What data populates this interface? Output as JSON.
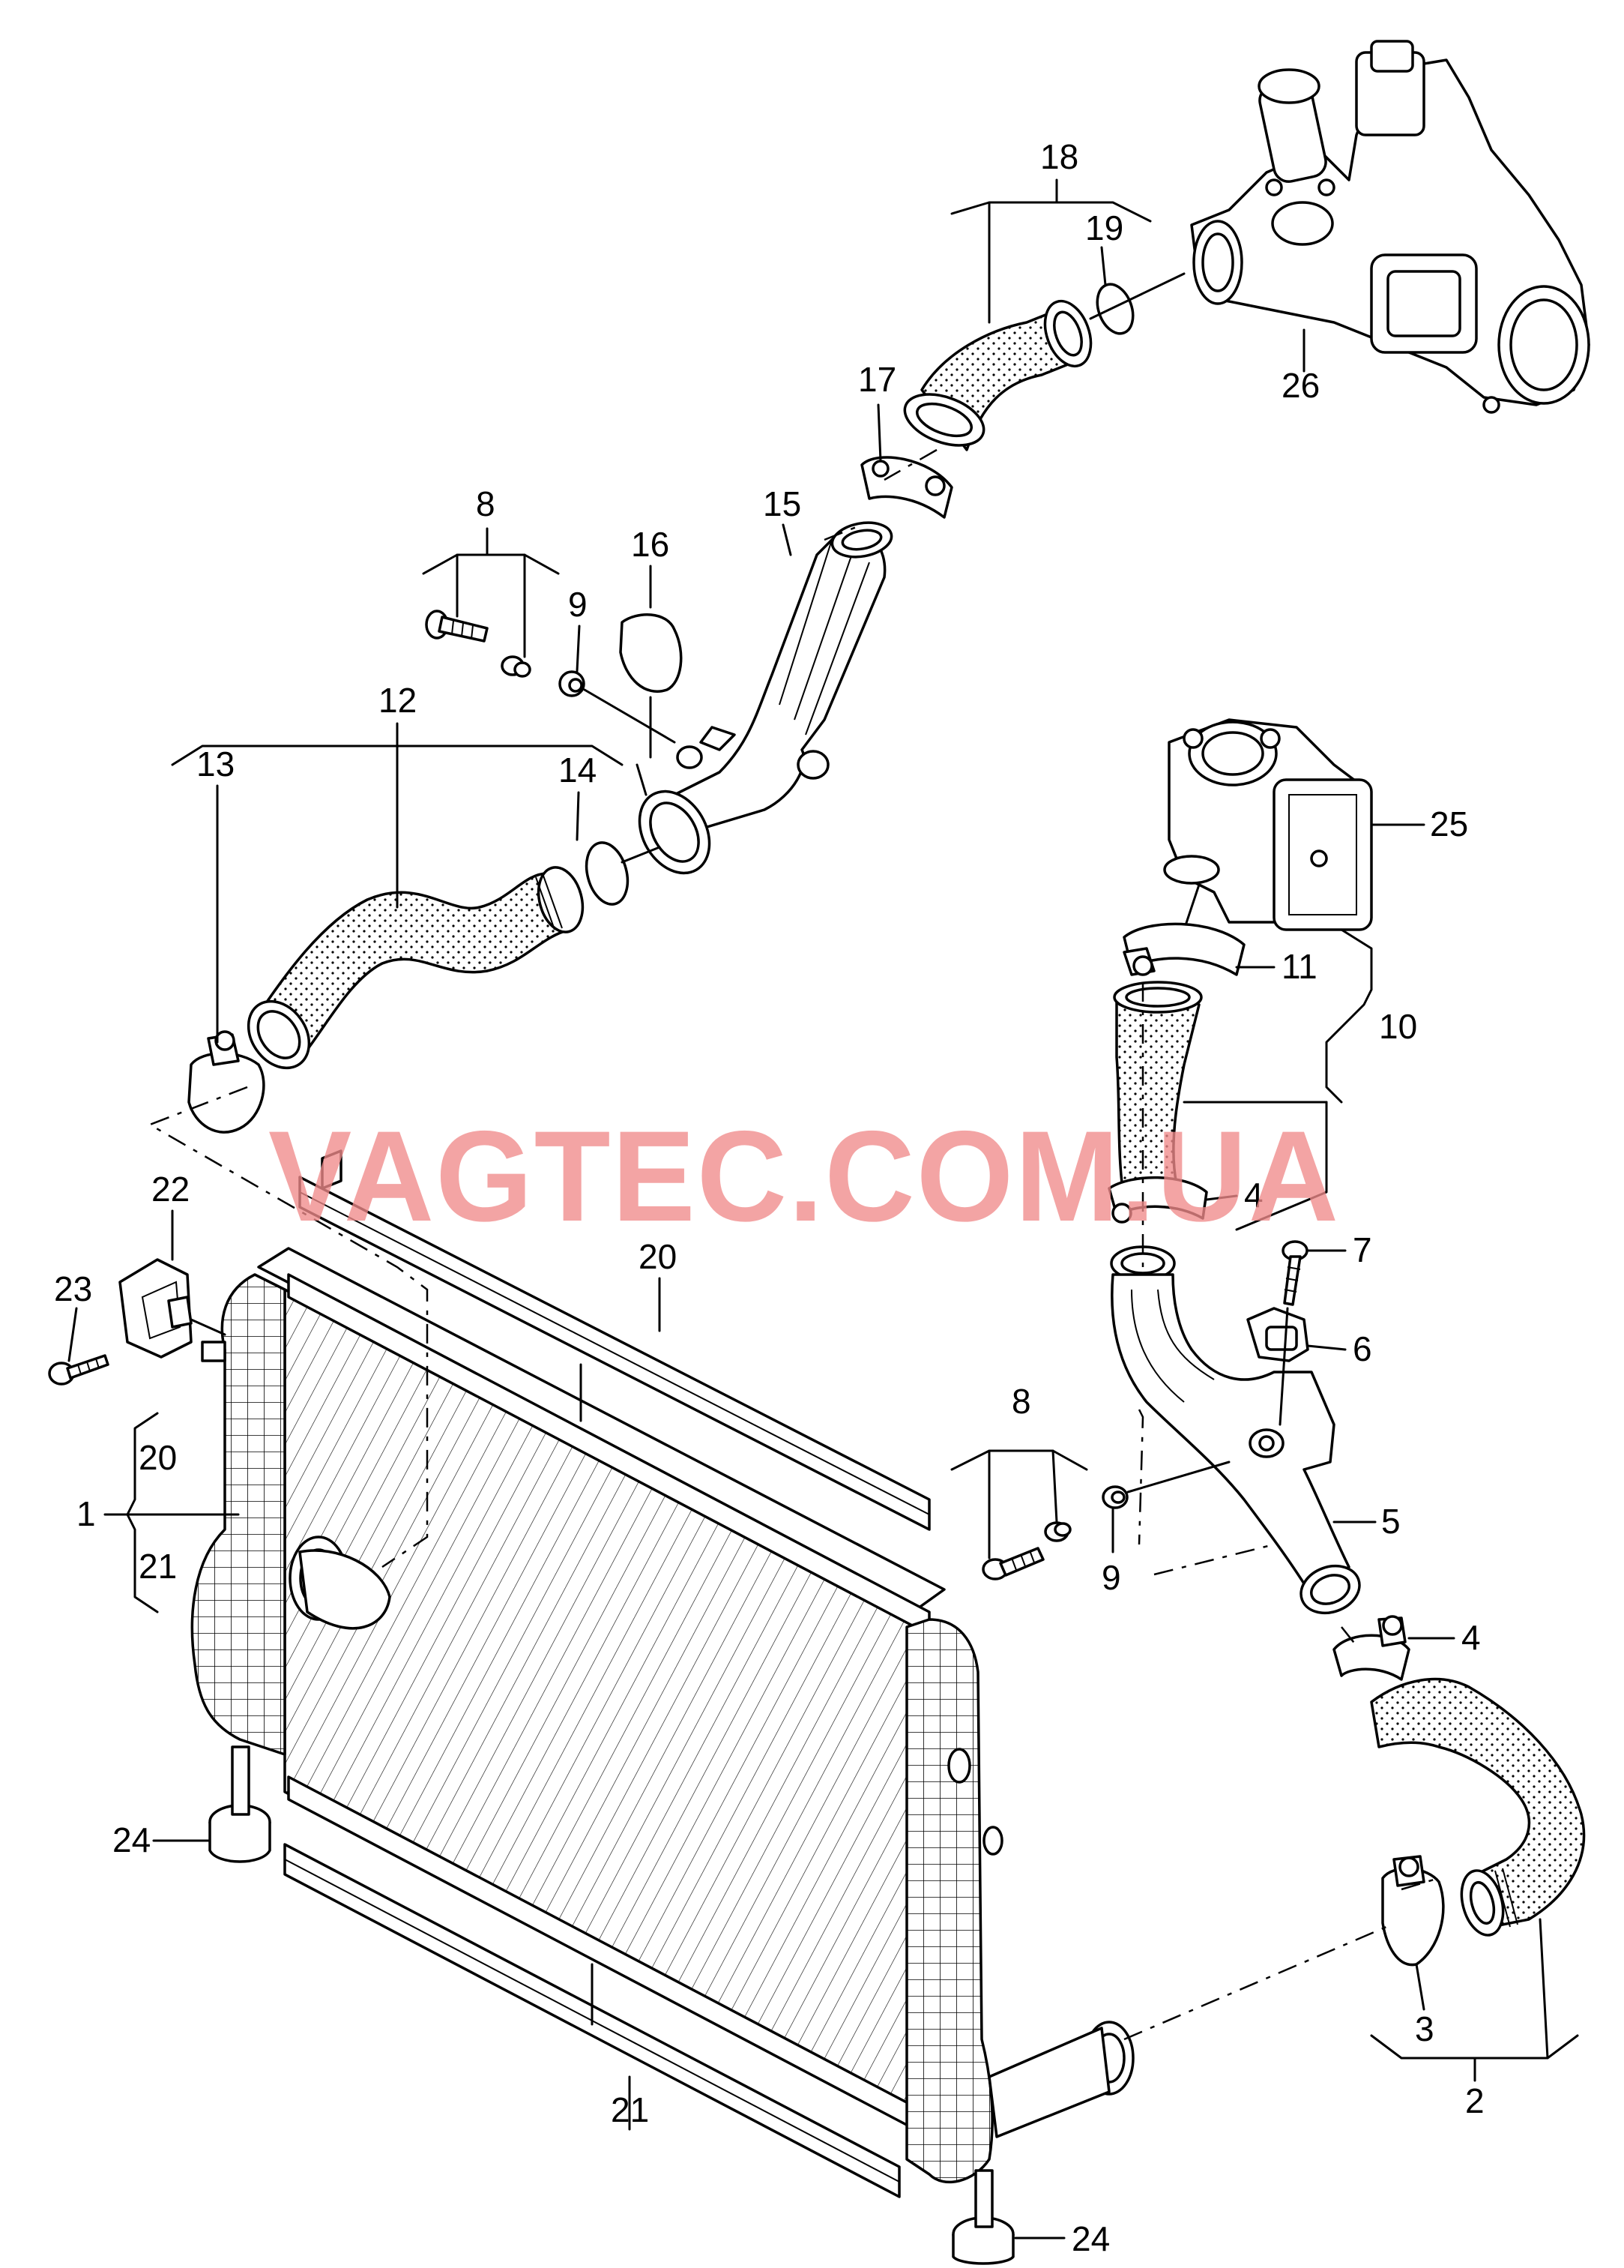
{
  "watermark": "VAGTEC.COM.UA",
  "callouts": [
    {
      "id": "c18",
      "text": "18"
    },
    {
      "id": "c19",
      "text": "19"
    },
    {
      "id": "c26",
      "text": "26"
    },
    {
      "id": "c17",
      "text": "17"
    },
    {
      "id": "c15",
      "text": "15"
    },
    {
      "id": "c16",
      "text": "16"
    },
    {
      "id": "c8a",
      "text": "8"
    },
    {
      "id": "c9a",
      "text": "9"
    },
    {
      "id": "c12",
      "text": "12"
    },
    {
      "id": "c13",
      "text": "13"
    },
    {
      "id": "c14",
      "text": "14"
    },
    {
      "id": "c25",
      "text": "25"
    },
    {
      "id": "c11",
      "text": "11"
    },
    {
      "id": "c10",
      "text": "10"
    },
    {
      "id": "c4a",
      "text": "4"
    },
    {
      "id": "c7",
      "text": "7"
    },
    {
      "id": "c6",
      "text": "6"
    },
    {
      "id": "c22",
      "text": "22"
    },
    {
      "id": "c23",
      "text": "23"
    },
    {
      "id": "c20a",
      "text": "20"
    },
    {
      "id": "c20b",
      "text": "20"
    },
    {
      "id": "c1",
      "text": "1"
    },
    {
      "id": "c21a",
      "text": "21"
    },
    {
      "id": "c8b",
      "text": "8"
    },
    {
      "id": "c9b",
      "text": "9"
    },
    {
      "id": "c5",
      "text": "5"
    },
    {
      "id": "c4b",
      "text": "4"
    },
    {
      "id": "c24a",
      "text": "24"
    },
    {
      "id": "c3",
      "text": "3"
    },
    {
      "id": "c2",
      "text": "2"
    },
    {
      "id": "c21b",
      "text": "21"
    },
    {
      "id": "c24b",
      "text": "24"
    }
  ]
}
